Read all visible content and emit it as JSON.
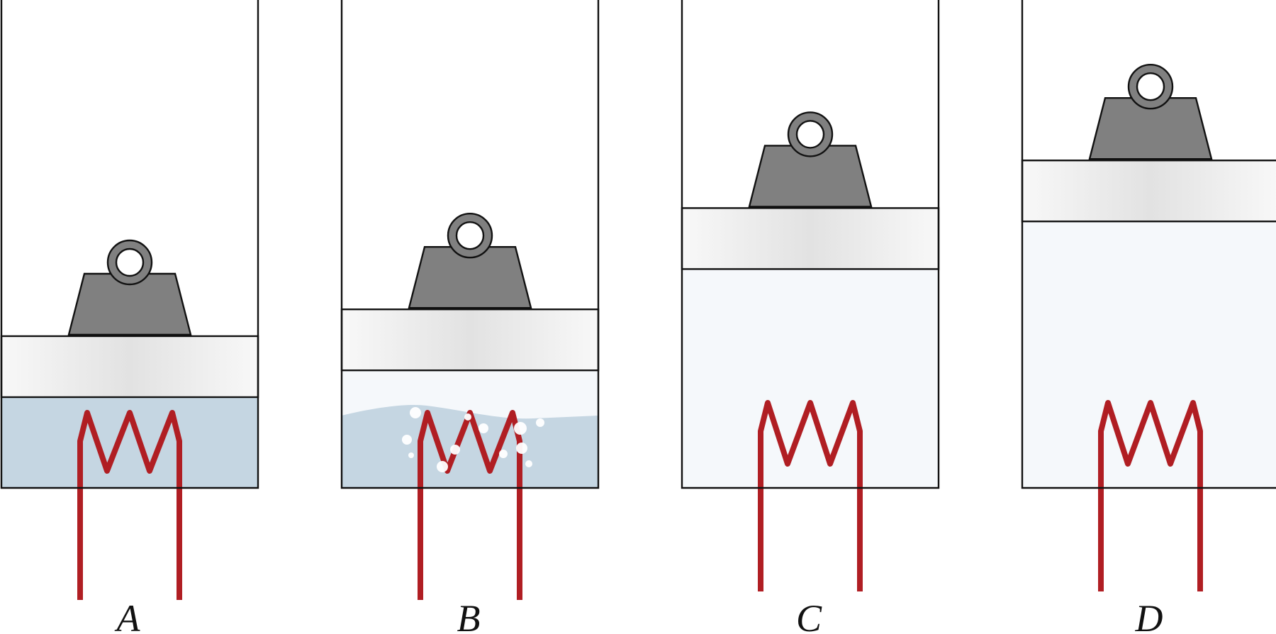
{
  "panels": [
    {
      "id": "A",
      "label": "A",
      "state": "liquid",
      "piston_level": 0.0
    },
    {
      "id": "B",
      "label": "B",
      "state": "boiling",
      "piston_level": 0.09
    },
    {
      "id": "C",
      "label": "C",
      "state": "gas",
      "piston_level": 0.43
    },
    {
      "id": "D",
      "label": "D",
      "state": "gas",
      "piston_level": 0.59
    }
  ],
  "colors": {
    "liquid": "#c5d6e2",
    "gas": "#f5f8fb",
    "heater": "#b01e23",
    "weight": "#808080",
    "piston_edge": "#f7f7f7",
    "piston_mid": "#e2e2e2"
  },
  "icons": {
    "weight": "weight-icon",
    "heater": "heating-coil-icon"
  }
}
